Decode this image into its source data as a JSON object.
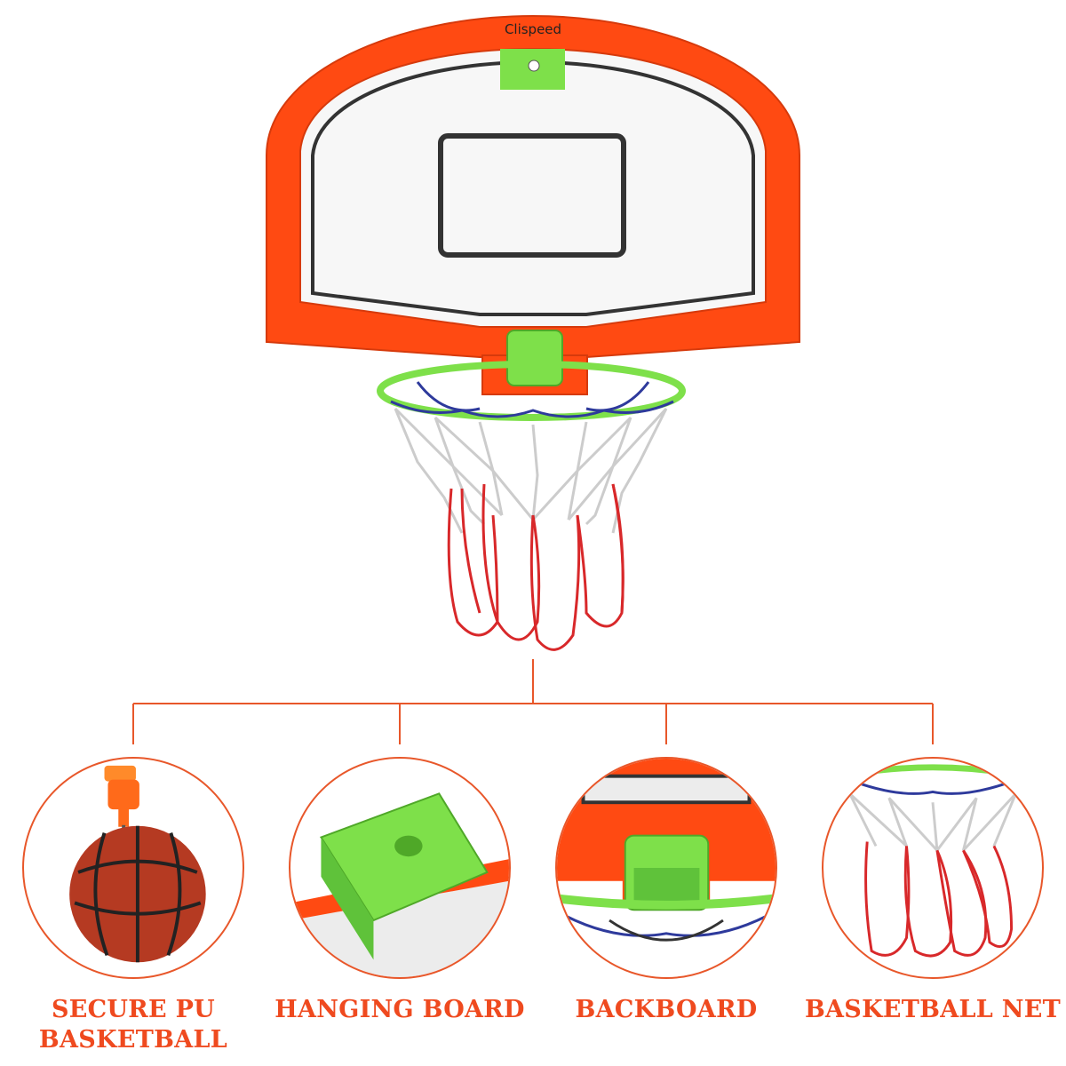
{
  "brand": {
    "logo_text": "Clispeed"
  },
  "features": [
    {
      "label": "SECURE PU BASKETBALL",
      "icon": "basketball-pump"
    },
    {
      "label": "HANGING BOARD",
      "icon": "hanging-bracket"
    },
    {
      "label": "BACKBOARD",
      "icon": "backboard-detail"
    },
    {
      "label": "BASKETBALL NET",
      "icon": "net-detail"
    }
  ],
  "colors": {
    "frame_orange": "#ff4a12",
    "bracket_green": "#7ee04a",
    "label_red": "#ef4a1f",
    "net_red": "#d8282a",
    "net_blue": "#2e3a9c"
  }
}
